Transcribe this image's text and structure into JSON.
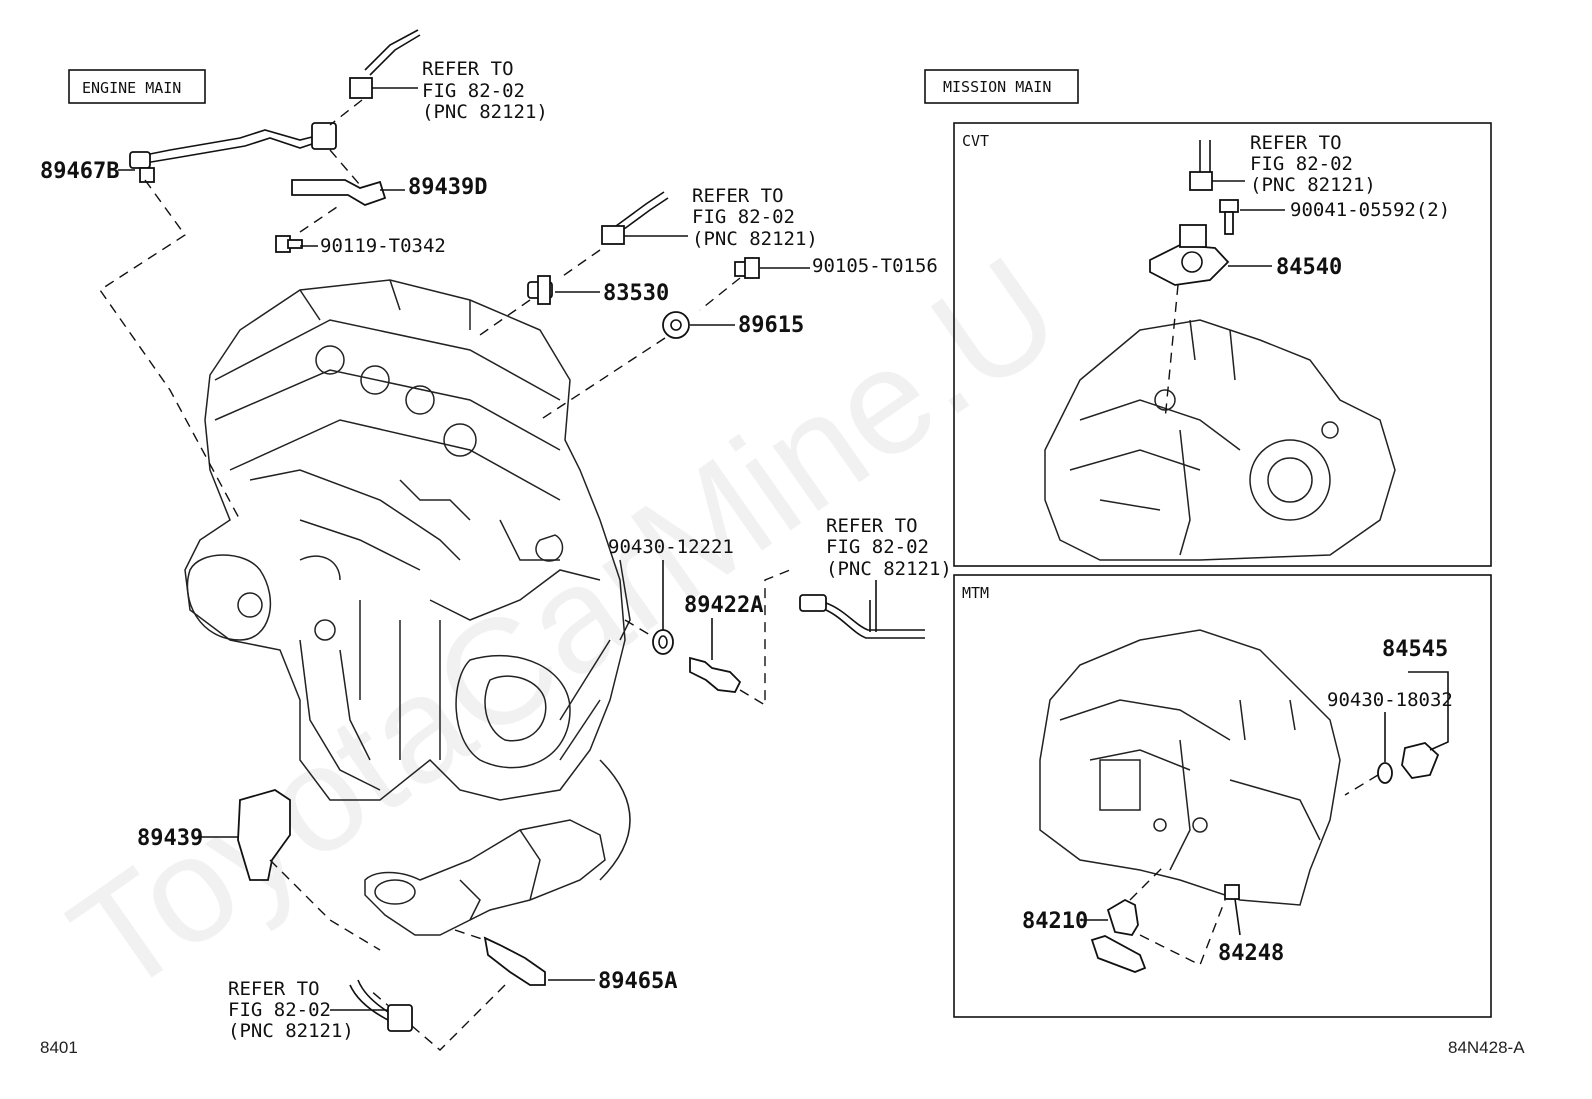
{
  "sections": {
    "engine_main": "ENGINE MAIN",
    "mission_main": "MISSION MAIN",
    "cvt": "CVT",
    "mtm": "MTM"
  },
  "refer_notes": {
    "line1": "REFER TO",
    "line2": "FIG 82-02",
    "line3": "(PNC 82121)"
  },
  "parts": {
    "p89467B": "89467B",
    "p89439D": "89439D",
    "p90119": "90119-T0342",
    "p83530": "83530",
    "p90105": "90105-T0156",
    "p89615": "89615",
    "p90430_12221": "90430-12221",
    "p89422A": "89422A",
    "p89439": "89439",
    "p89465A": "89465A",
    "p90041": "90041-05592(2)",
    "p84540": "84540",
    "p84545": "84545",
    "p90430_18032": "90430-18032",
    "p84210": "84210",
    "p84248": "84248"
  },
  "footer": {
    "page_code": "8401",
    "figure_code": "84N428-A"
  },
  "watermark": "ToyotaCarMine.U"
}
